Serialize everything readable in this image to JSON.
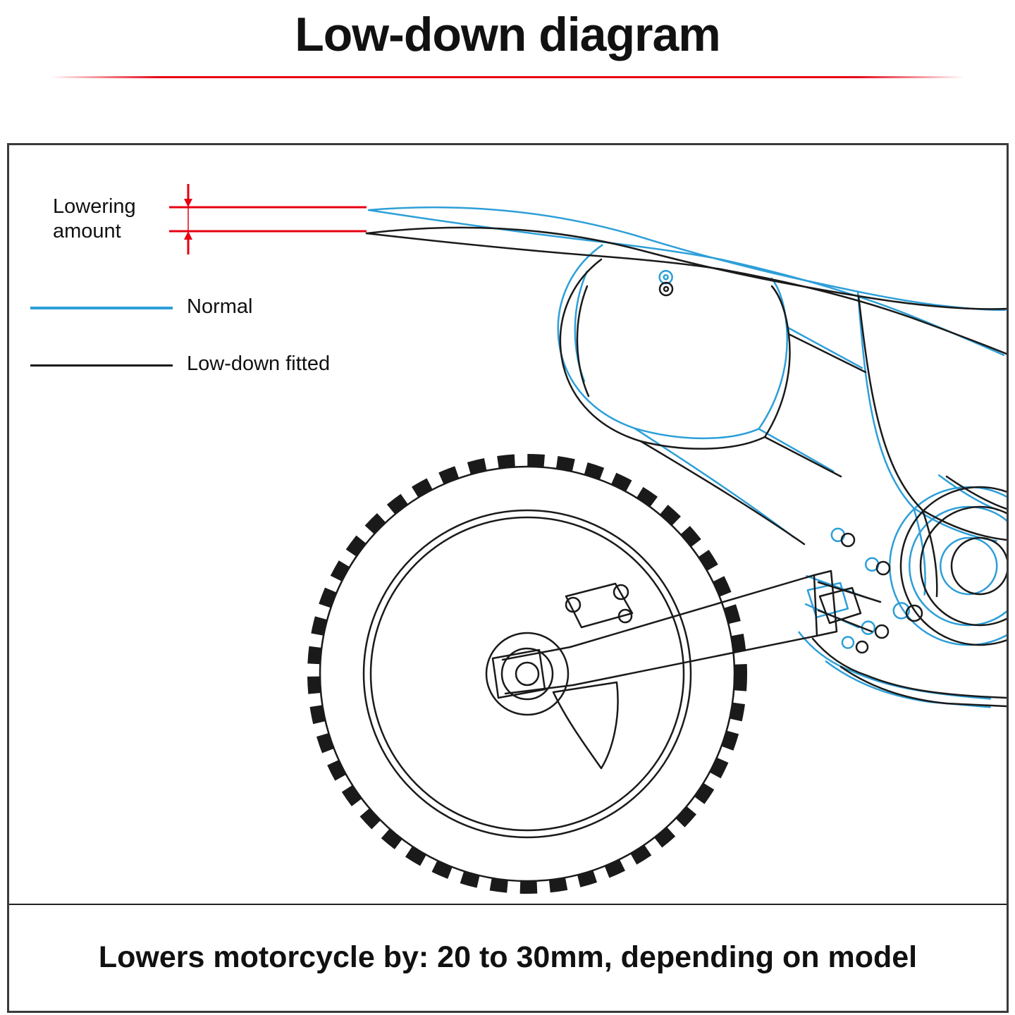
{
  "title": "Low-down diagram",
  "labels": {
    "lowering_amount": "Lowering\namount"
  },
  "legend": [
    {
      "label": "Normal",
      "color": "#2d9fd8"
    },
    {
      "label": "Low-down fitted",
      "color": "#1a1a1a"
    }
  ],
  "caption": "Lowers motorcycle by: 20 to 30mm, depending on model",
  "colors": {
    "dimension_red": "#e60012",
    "normal_blue": "#2d9fd8",
    "lowdown_black": "#1a1a1a",
    "border_gray": "#3a3a3a"
  }
}
